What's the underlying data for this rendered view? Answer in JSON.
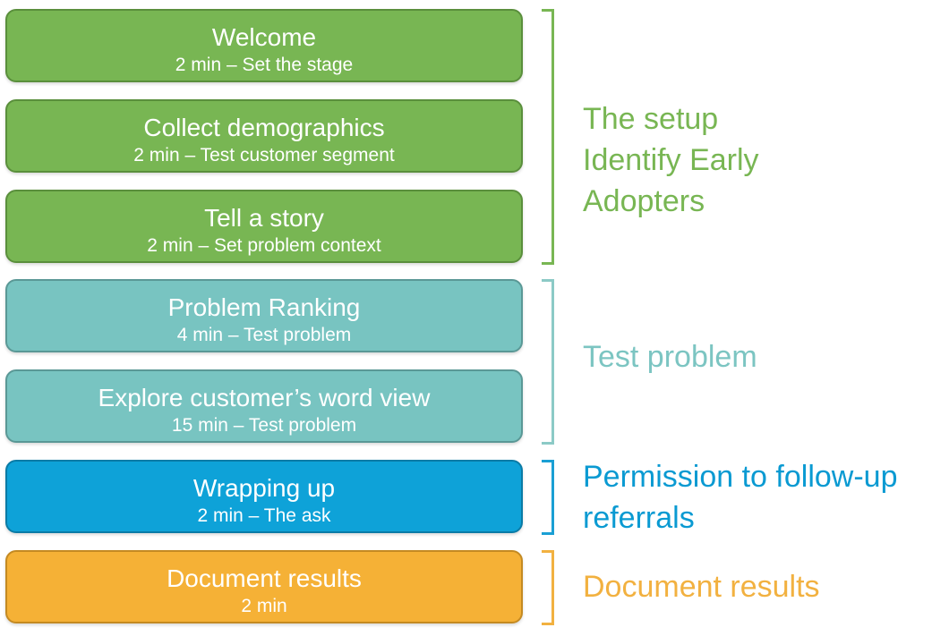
{
  "colors": {
    "setup": "#78b653",
    "test_problem": "#78c4c1",
    "permission": "#0ea2d8",
    "document": "#f5b136"
  },
  "steps": [
    {
      "title": "Welcome",
      "detail": "2 min – Set the stage",
      "group": "setup"
    },
    {
      "title": "Collect demographics",
      "detail": "2 min – Test customer segment",
      "group": "setup"
    },
    {
      "title": "Tell a story",
      "detail": "2 min – Set problem context",
      "group": "setup"
    },
    {
      "title": "Problem Ranking",
      "detail": "4 min – Test problem",
      "group": "test_problem"
    },
    {
      "title": "Explore customer’s word view",
      "detail": "15 min – Test problem",
      "group": "test_problem"
    },
    {
      "title": "Wrapping up",
      "detail": "2 min – The ask",
      "group": "permission"
    },
    {
      "title": "Document results",
      "detail": "2 min",
      "group": "document"
    }
  ],
  "groups": {
    "setup": {
      "lines": [
        "The setup",
        "Identify Early",
        "Adopters"
      ]
    },
    "test_problem": {
      "lines": [
        "Test problem"
      ]
    },
    "permission": {
      "lines": [
        "Permission to follow-up",
        "referrals"
      ]
    },
    "document": {
      "lines": [
        "Document results"
      ]
    }
  }
}
